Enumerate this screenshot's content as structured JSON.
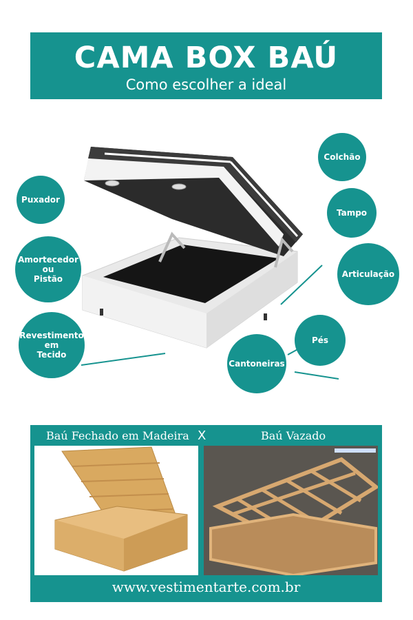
{
  "header": {
    "title": "CAMA BOX BAÚ",
    "subtitle": "Como escolher a ideal"
  },
  "labels": {
    "colchao": "Colchão",
    "tampo": "Tampo",
    "articulacao": "Articulação",
    "pes": "Pés",
    "cantoneiras": "Cantoneiras",
    "puxador": "Puxador",
    "amortecedor": "Amortecedor\nou\nPistão",
    "revestimento": "Revestimento\nem\nTecido"
  },
  "comparison": {
    "left_title": "Baú Fechado em Madeira",
    "separator": "X",
    "right_title": "Baú Vazado"
  },
  "footer": {
    "url": "www.vestimentarte.com.br"
  },
  "colors": {
    "teal": "#16938f",
    "mattress": "#2a2a2a",
    "box": "#eeeeee",
    "wood": "#e3b878"
  }
}
